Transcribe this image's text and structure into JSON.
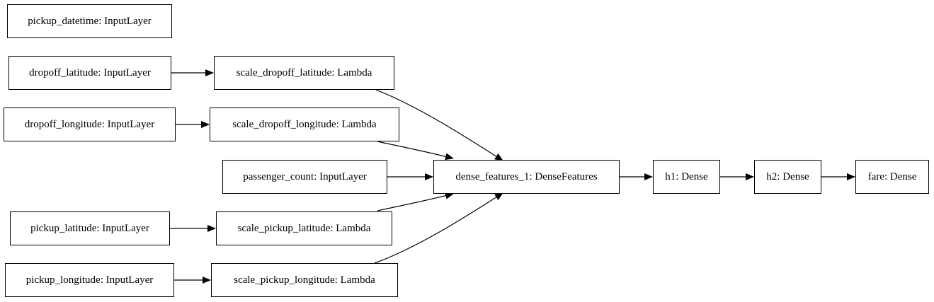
{
  "nodes": {
    "pickup_datetime": "pickup_datetime: InputLayer",
    "dropoff_latitude": "dropoff_latitude: InputLayer",
    "scale_dropoff_latitude": "scale_dropoff_latitude: Lambda",
    "dropoff_longitude": "dropoff_longitude: InputLayer",
    "scale_dropoff_longitude": "scale_dropoff_longitude: Lambda",
    "passenger_count": "passenger_count: InputLayer",
    "dense_features_1": "dense_features_1: DenseFeatures",
    "h1": "h1: Dense",
    "h2": "h2: Dense",
    "fare": "fare: Dense",
    "pickup_latitude": "pickup_latitude: InputLayer",
    "scale_pickup_latitude": "scale_pickup_latitude: Lambda",
    "pickup_longitude": "pickup_longitude: InputLayer",
    "scale_pickup_longitude": "scale_pickup_longitude: Lambda"
  },
  "edges": [
    [
      "dropoff_latitude",
      "scale_dropoff_latitude"
    ],
    [
      "dropoff_longitude",
      "scale_dropoff_longitude"
    ],
    [
      "pickup_latitude",
      "scale_pickup_latitude"
    ],
    [
      "pickup_longitude",
      "scale_pickup_longitude"
    ],
    [
      "scale_dropoff_latitude",
      "dense_features_1"
    ],
    [
      "scale_dropoff_longitude",
      "dense_features_1"
    ],
    [
      "passenger_count",
      "dense_features_1"
    ],
    [
      "scale_pickup_latitude",
      "dense_features_1"
    ],
    [
      "scale_pickup_longitude",
      "dense_features_1"
    ],
    [
      "dense_features_1",
      "h1"
    ],
    [
      "h1",
      "h2"
    ],
    [
      "h2",
      "fare"
    ]
  ]
}
